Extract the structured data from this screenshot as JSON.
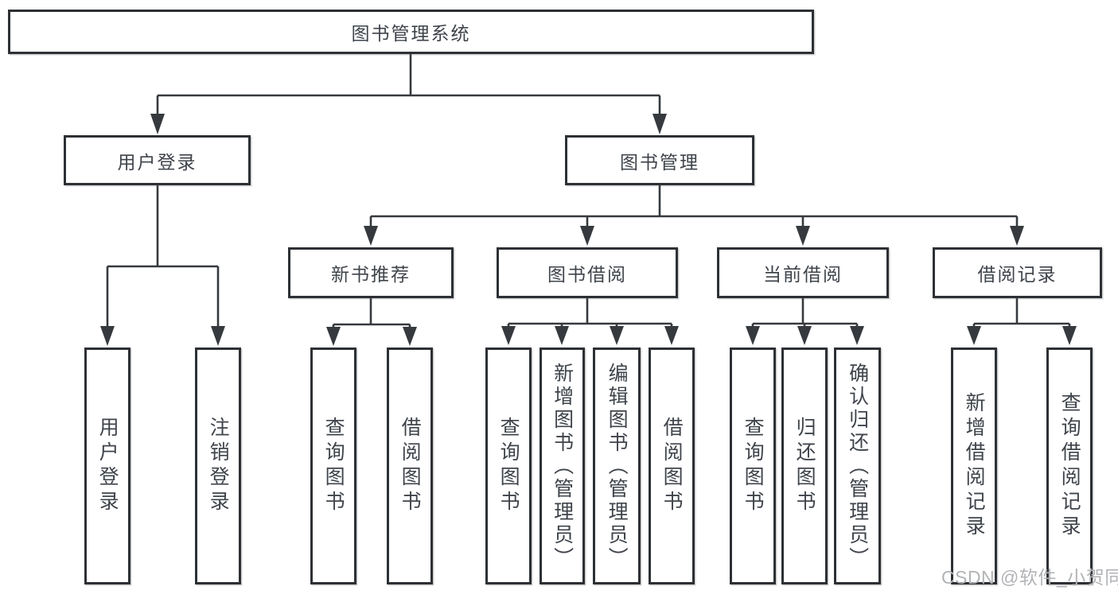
{
  "diagram_title": "图书管理系统",
  "tree": {
    "label": "图书管理系统",
    "children": [
      {
        "label": "用户登录",
        "children": [
          {
            "label": "用户登录"
          },
          {
            "label": "注销登录"
          }
        ]
      },
      {
        "label": "图书管理",
        "children": [
          {
            "label": "新书推荐",
            "children": [
              {
                "label": "查询图书"
              },
              {
                "label": "借阅图书"
              }
            ]
          },
          {
            "label": "图书借阅",
            "children": [
              {
                "label": "查询图书"
              },
              {
                "label": "新增图书（管理员）"
              },
              {
                "label": "编辑图书（管理员）"
              },
              {
                "label": "借阅图书"
              }
            ]
          },
          {
            "label": "当前借阅",
            "children": [
              {
                "label": "查询图书"
              },
              {
                "label": "归还图书"
              },
              {
                "label": "确认归还（管理员）"
              }
            ]
          },
          {
            "label": "借阅记录",
            "children": [
              {
                "label": "新增借阅记录"
              },
              {
                "label": "查询借阅记录"
              }
            ]
          }
        ]
      }
    ]
  },
  "watermark": "CSDN @软件_小贺同学",
  "colors": {
    "line": "#36393d",
    "border": "#2d3034",
    "text": "#3f444b",
    "watermark": "#b2b3b6",
    "background": "#ffffff"
  }
}
